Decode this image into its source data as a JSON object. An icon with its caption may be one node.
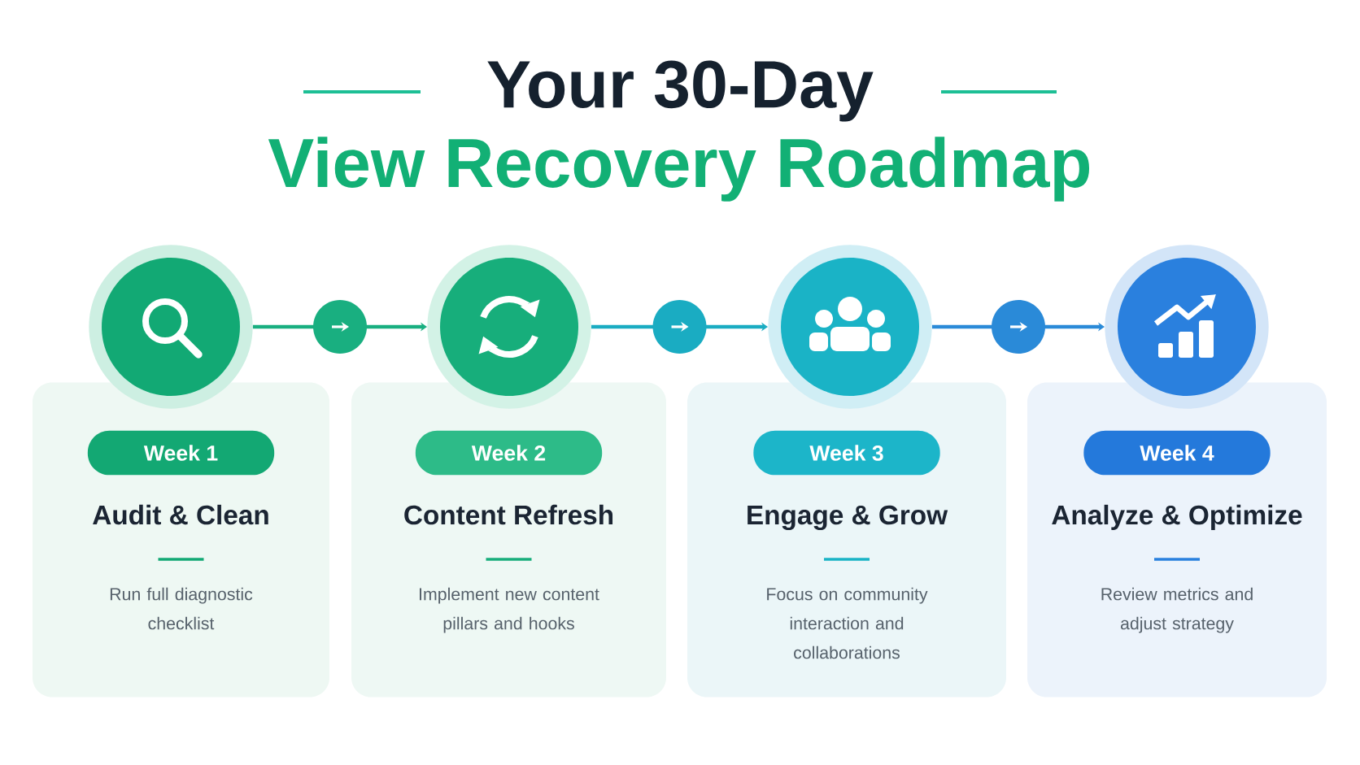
{
  "diagram": {
    "title": "Your 30-Day",
    "nodes": [
      {
        "text": [],
        "shape": "circle"
      },
      {
        "text": [],
        "shape": "circle"
      },
      {
        "text": [],
        "shape": "circle"
      },
      {
        "text": [],
        "shape": "circle"
      },
      {
        "text": [
          "Week 1",
          "Audit & Clean",
          "Run full diagnostic checklist"
        ]
      },
      {
        "text": [
          "Week 2",
          "Content Refresh",
          "Implement new content pillars and hooks"
        ]
      },
      {
        "text": [
          "Week 3",
          "Engage & Grow",
          "Focus on community interaction and collaborations"
        ]
      },
      {
        "text": [
          "Week 4",
          "Analyze & Optimize",
          "Review metrics and adjust strategy"
        ]
      }
    ],
    "edges": [
      {
        "from": 0,
        "to": 1,
        "arrow": "to"
      },
      {
        "from": 1,
        "to": 2,
        "arrow": "to"
      },
      {
        "from": 2,
        "to": 3,
        "arrow": "to"
      }
    ],
    "labels": [
      "View Recovery Roadmap"
    ]
  }
}
